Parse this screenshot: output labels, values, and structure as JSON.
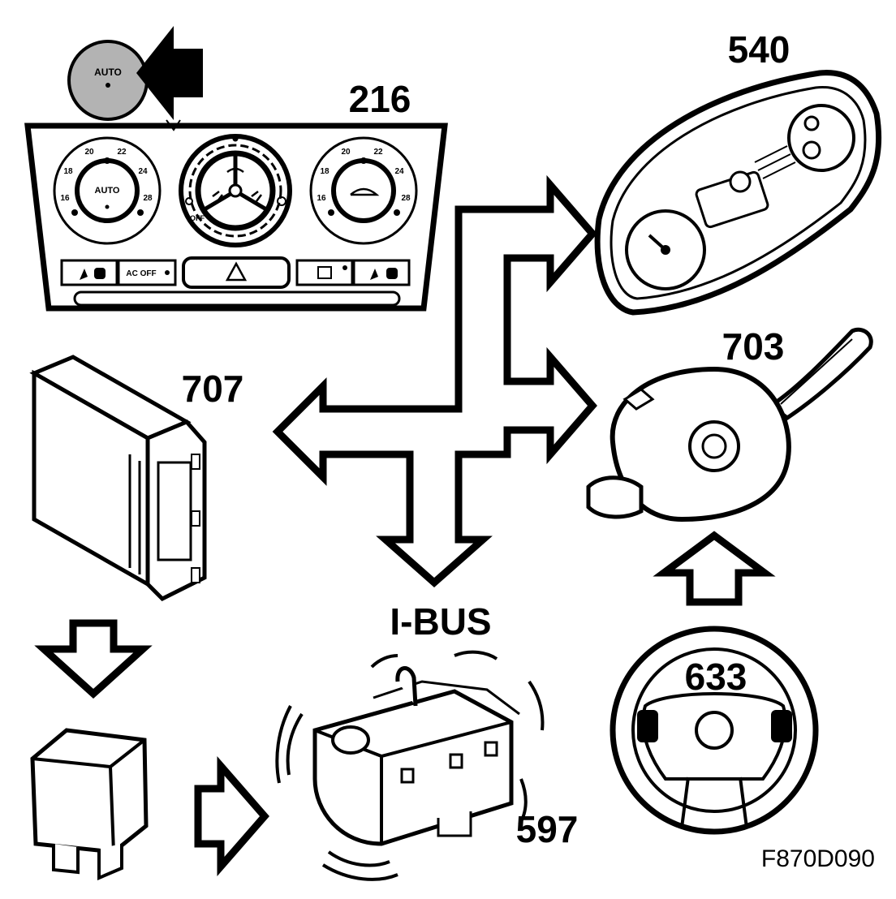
{
  "diagram": {
    "figure_ref": "F870D090",
    "bus_label": "I-BUS",
    "components": [
      {
        "id": "216",
        "label": "216",
        "name": "climate control panel"
      },
      {
        "id": "540",
        "label": "540",
        "name": "instrument cluster"
      },
      {
        "id": "703",
        "label": "703",
        "name": "steering column switch"
      },
      {
        "id": "707",
        "label": "707",
        "name": "control module"
      },
      {
        "id": "633",
        "label": "633",
        "name": "steering wheel"
      },
      {
        "id": "597",
        "label": "597",
        "name": "heater"
      },
      {
        "id": "relay",
        "label": "",
        "name": "relay"
      }
    ],
    "panel": {
      "auto_button": "AUTO",
      "left_knob_center": "AUTO",
      "left_knob_ticks": [
        "20",
        "22",
        "18",
        "24",
        "16",
        "28"
      ],
      "right_knob_ticks": [
        "20",
        "22",
        "18",
        "24",
        "16",
        "28"
      ],
      "fan_off": "OFF",
      "ac_off_button": "AC OFF"
    },
    "colors": {
      "line": "#000000",
      "background": "#ffffff",
      "auto_button_fill": "#b3b3b3"
    }
  }
}
